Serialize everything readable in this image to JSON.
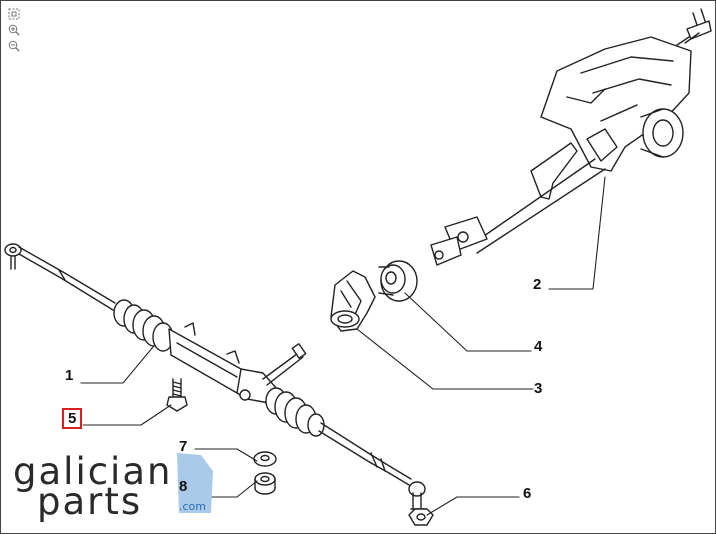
{
  "toolbar": {
    "tools": [
      {
        "icon": "fit-page-icon"
      },
      {
        "icon": "zoom-in-icon"
      },
      {
        "icon": "zoom-out-icon"
      }
    ]
  },
  "callouts": [
    {
      "id": "1",
      "label": "1",
      "highlighted": false
    },
    {
      "id": "2",
      "label": "2",
      "highlighted": false
    },
    {
      "id": "3",
      "label": "3",
      "highlighted": false
    },
    {
      "id": "4",
      "label": "4",
      "highlighted": false
    },
    {
      "id": "5",
      "label": "5",
      "highlighted": true
    },
    {
      "id": "6",
      "label": "6",
      "highlighted": false
    },
    {
      "id": "7",
      "label": "7",
      "highlighted": false
    },
    {
      "id": "8",
      "label": "8",
      "highlighted": false
    }
  ],
  "watermark": {
    "line1": "galician",
    "line2": "parts",
    "suffix": ".com",
    "accent_color": "#a9cbe9"
  },
  "colors": {
    "highlight": "#d42020",
    "line": "#222222"
  }
}
